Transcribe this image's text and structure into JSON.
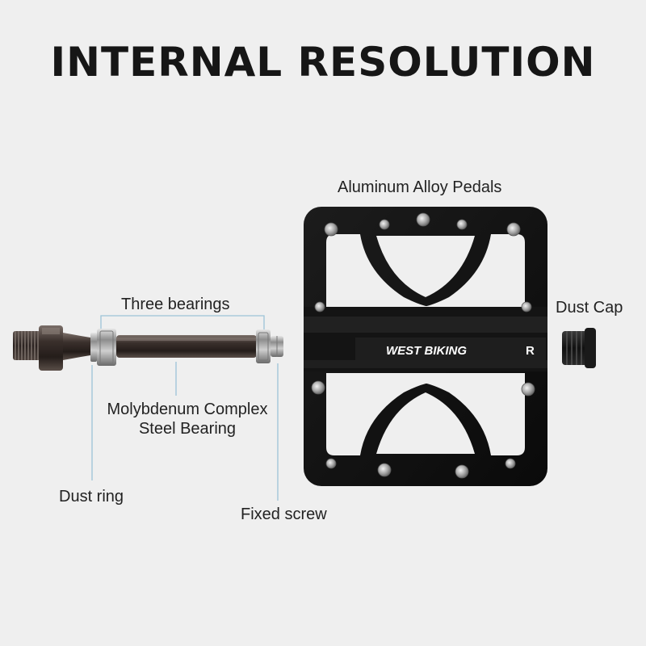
{
  "title": "INTERNAL RESOLUTION",
  "labels": {
    "pedal": "Aluminum Alloy Pedals",
    "bearings": "Three bearings",
    "dust_cap": "Dust Cap",
    "moly_line1": "Molybdenum Complex",
    "moly_line2": "Steel Bearing",
    "dust_ring": "Dust ring",
    "fixed_screw": "Fixed screw"
  },
  "pedal": {
    "logo_text": "WEST BIKING",
    "side_mark": "R"
  },
  "colors": {
    "background": "#efefef",
    "pedal_body": "#0f0f0f",
    "leader_line": "#9cc3d8",
    "axle": "#4a3f3a"
  }
}
